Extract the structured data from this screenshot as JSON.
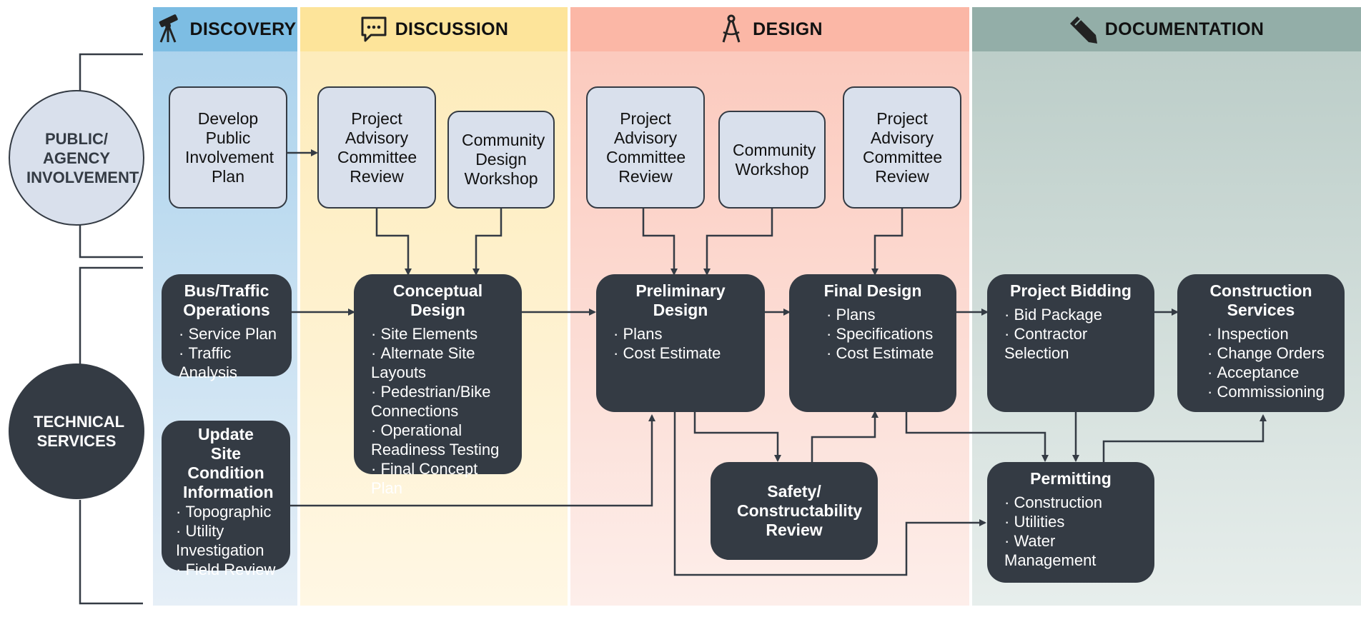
{
  "phases": [
    {
      "label": "DISCOVERY",
      "icon": "telescope-icon",
      "head_color": "#7dbde3",
      "lane_top": "#a8d1ec",
      "lane_bottom": "#e6eff7"
    },
    {
      "label": "DISCUSSION",
      "icon": "speech-bubble-icon",
      "head_color": "#fde49a",
      "lane_top": "#fdebb8",
      "lane_bottom": "#fff7e4"
    },
    {
      "label": "DESIGN",
      "icon": "compass-icon",
      "head_color": "#fbb7a6",
      "lane_top": "#fbc7ba",
      "lane_bottom": "#fdeeea"
    },
    {
      "label": "DOCUMENTATION",
      "icon": "pencil-icon",
      "head_color": "#93aea8",
      "lane_top": "#b9cbc6",
      "lane_bottom": "#e7eeec"
    }
  ],
  "groups": {
    "public": "PUBLIC/ AGENCY INVOLVEMENT",
    "technical": "TECHNICAL SERVICES"
  },
  "public_steps": {
    "develop_plan": "Develop Public Involvement Plan",
    "pac_review_1": "Project Advisory Committee Review",
    "community_design_workshop": "Community Design Workshop",
    "pac_review_2": "Project Advisory Committee Review",
    "community_workshop": "Community Workshop",
    "pac_review_3": "Project Advisory Committee Review"
  },
  "technical_steps": {
    "bus_traffic": {
      "title": "Bus/Traffic Operations",
      "items": [
        "Service Plan",
        "Traffic Analysis"
      ]
    },
    "update_site": {
      "title": "Update Site Condition Information",
      "items": [
        "Topographic",
        "Utility Investigation",
        "Field Review"
      ]
    },
    "conceptual_design": {
      "title": "Conceptual Design",
      "items": [
        "Site Elements",
        "Alternate Site Layouts",
        "Pedestrian/Bike Connections",
        "Operational Readiness Testing",
        "Final Concept Plan"
      ]
    },
    "preliminary_design": {
      "title": "Preliminary Design",
      "items": [
        "Plans",
        "Cost Estimate"
      ]
    },
    "final_design": {
      "title": "Final Design",
      "items": [
        "Plans",
        "Specifications",
        "Cost Estimate"
      ]
    },
    "safety_review": {
      "title": "Safety/ Constructability Review",
      "items": []
    },
    "project_bidding": {
      "title": "Project Bidding",
      "items": [
        "Bid Package",
        "Contractor Selection"
      ]
    },
    "construction_services": {
      "title": "Construction Services",
      "items": [
        "Inspection",
        "Change Orders",
        "Acceptance",
        "Commissioning"
      ]
    },
    "permitting": {
      "title": "Permitting",
      "items": [
        "Construction",
        "Utilities",
        "Water Management"
      ]
    }
  },
  "colors": {
    "dark": "#343b44",
    "light_box": "#d9e0ec"
  }
}
